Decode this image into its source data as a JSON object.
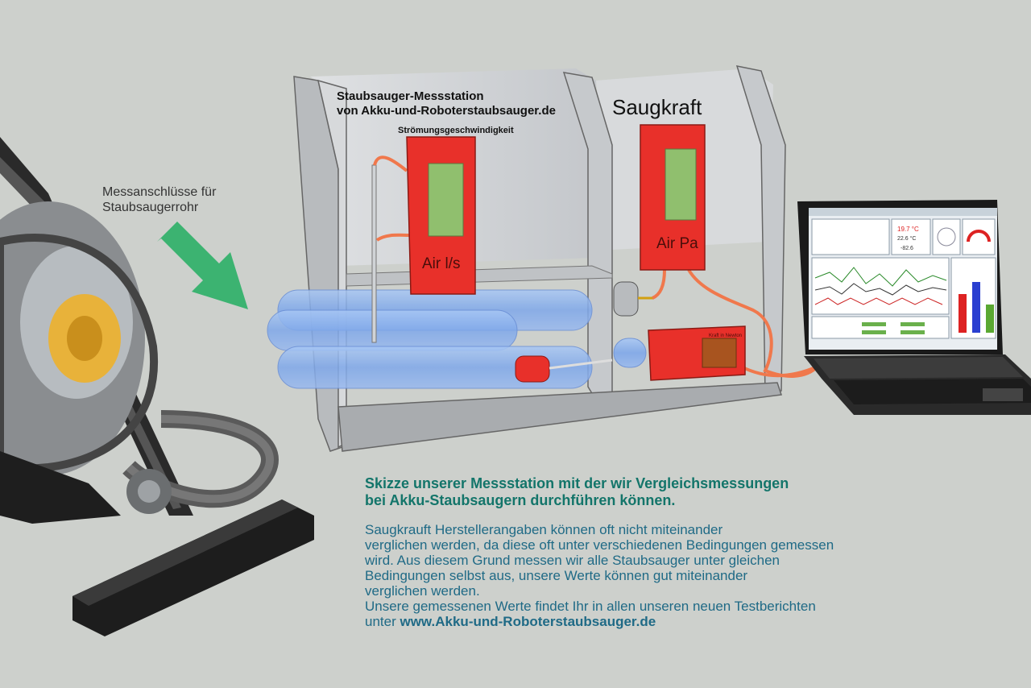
{
  "panel": {
    "title_line1": "Staubsauger-Messstation",
    "title_line2": "von Akku-und-Roboterstaubsauger.de",
    "flow_label": "Strömungsgeschwindigkeit",
    "suction_label": "Saugkraft"
  },
  "meters": {
    "flow_meter_text": "Air l/s",
    "pressure_meter_text": "Air Pa",
    "force_meter_text": "Kraft in Newton"
  },
  "ports_label": {
    "line1": "Messanschlüsse für",
    "line2": "Staubsaugerrohr"
  },
  "caption": {
    "heading_line1": "Skizze unserer Messstation mit der wir Vergleichsmessungen",
    "heading_line2": "bei Akku-Staubsaugern durchführen können.",
    "body_lines": [
      "Saugkrauft Herstellerangaben können oft nicht miteinander",
      "verglichen werden, da diese oft unter verschiedenen Bedingungen gemessen",
      "wird. Aus diesem Grund messen wir alle Staubsauger unter gleichen",
      "Bedingungen selbst aus, unsere Werte können gut miteinander",
      "verglichen werden.",
      "Unsere gemessenen Werte findet Ihr in allen unseren neuen Testberichten"
    ],
    "last_line_prefix": "unter ",
    "last_line_url": "www.Akku-und-Roboterstaubsauger.de"
  },
  "laptop_screen": {
    "readout_temp": "19.7 °C",
    "readout_temp2": "22.6 °C",
    "readout_value": "-82.6"
  },
  "colors": {
    "arrow": "#3cb371",
    "meter_red": "#e8302a",
    "tube_blue": "#8fb6ee",
    "caption_heading": "#13756a",
    "caption_body": "#1f6a86",
    "cable": "#f0784c"
  }
}
